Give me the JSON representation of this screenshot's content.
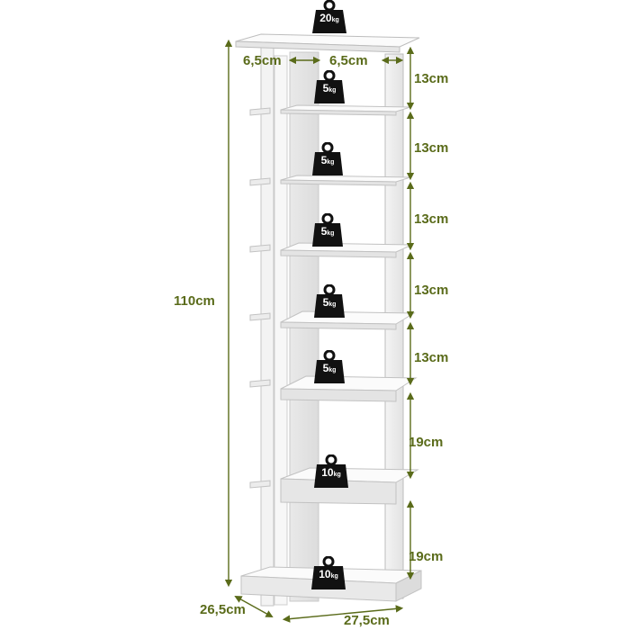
{
  "dimensions": {
    "total_height": "110cm",
    "depth": "26,5cm",
    "width": "27,5cm",
    "gap_left": "6,5cm",
    "gap_right": "6,5cm",
    "spacings": [
      "13cm",
      "13cm",
      "13cm",
      "13cm",
      "13cm",
      "19cm",
      "19cm"
    ]
  },
  "weights": [
    {
      "value": "20",
      "unit": "kg"
    },
    {
      "value": "5",
      "unit": "kg"
    },
    {
      "value": "5",
      "unit": "kg"
    },
    {
      "value": "5",
      "unit": "kg"
    },
    {
      "value": "5",
      "unit": "kg"
    },
    {
      "value": "5",
      "unit": "kg"
    },
    {
      "value": "10",
      "unit": "kg"
    },
    {
      "value": "10",
      "unit": "kg"
    }
  ],
  "colors": {
    "dimension": "#5a6b1a",
    "weight_icon": "#111111",
    "shelf": "#ffffff",
    "shelf_edge": "#b8b8b8"
  }
}
